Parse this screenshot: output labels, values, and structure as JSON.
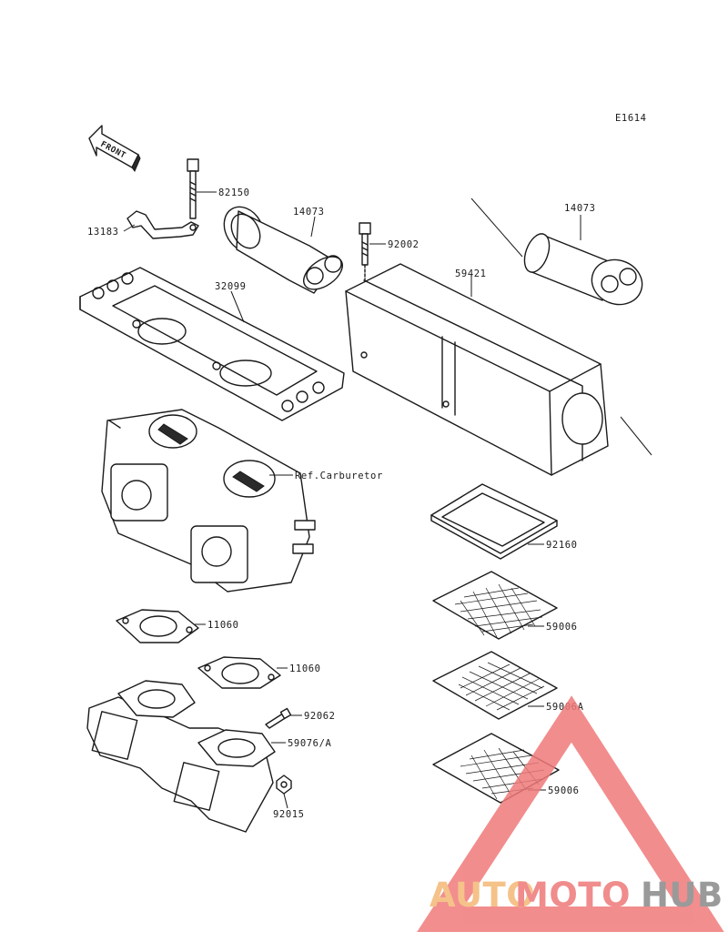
{
  "diagram": {
    "code": "E1614",
    "front_label": "FRONT",
    "parts": [
      {
        "id": "14073_left",
        "number": "14073"
      },
      {
        "id": "14073_right",
        "number": "14073"
      },
      {
        "id": "82150",
        "number": "82150"
      },
      {
        "id": "13183",
        "number": "13183"
      },
      {
        "id": "32099",
        "number": "32099"
      },
      {
        "id": "92002",
        "number": "92002"
      },
      {
        "id": "59421",
        "number": "59421"
      },
      {
        "id": "carburetor",
        "number": "Ref.Carburetor"
      },
      {
        "id": "92160",
        "number": "92160"
      },
      {
        "id": "59006_top",
        "number": "59006"
      },
      {
        "id": "59006A",
        "number": "59006A"
      },
      {
        "id": "59006_bottom",
        "number": "59006"
      },
      {
        "id": "11060_a",
        "number": "11060"
      },
      {
        "id": "11060_b",
        "number": "11060"
      },
      {
        "id": "92062",
        "number": "92062"
      },
      {
        "id": "59076",
        "number": "59076/A"
      },
      {
        "id": "92015",
        "number": "92015"
      }
    ]
  },
  "watermark": {
    "part1": "AUTO",
    "part2": "MOTO",
    "part3": "HUB",
    "color_auto": "#f5c28a",
    "color_moto": "#f08c8c",
    "color_hub": "#9a9a9a",
    "triangle_color": "#f07a7a"
  }
}
